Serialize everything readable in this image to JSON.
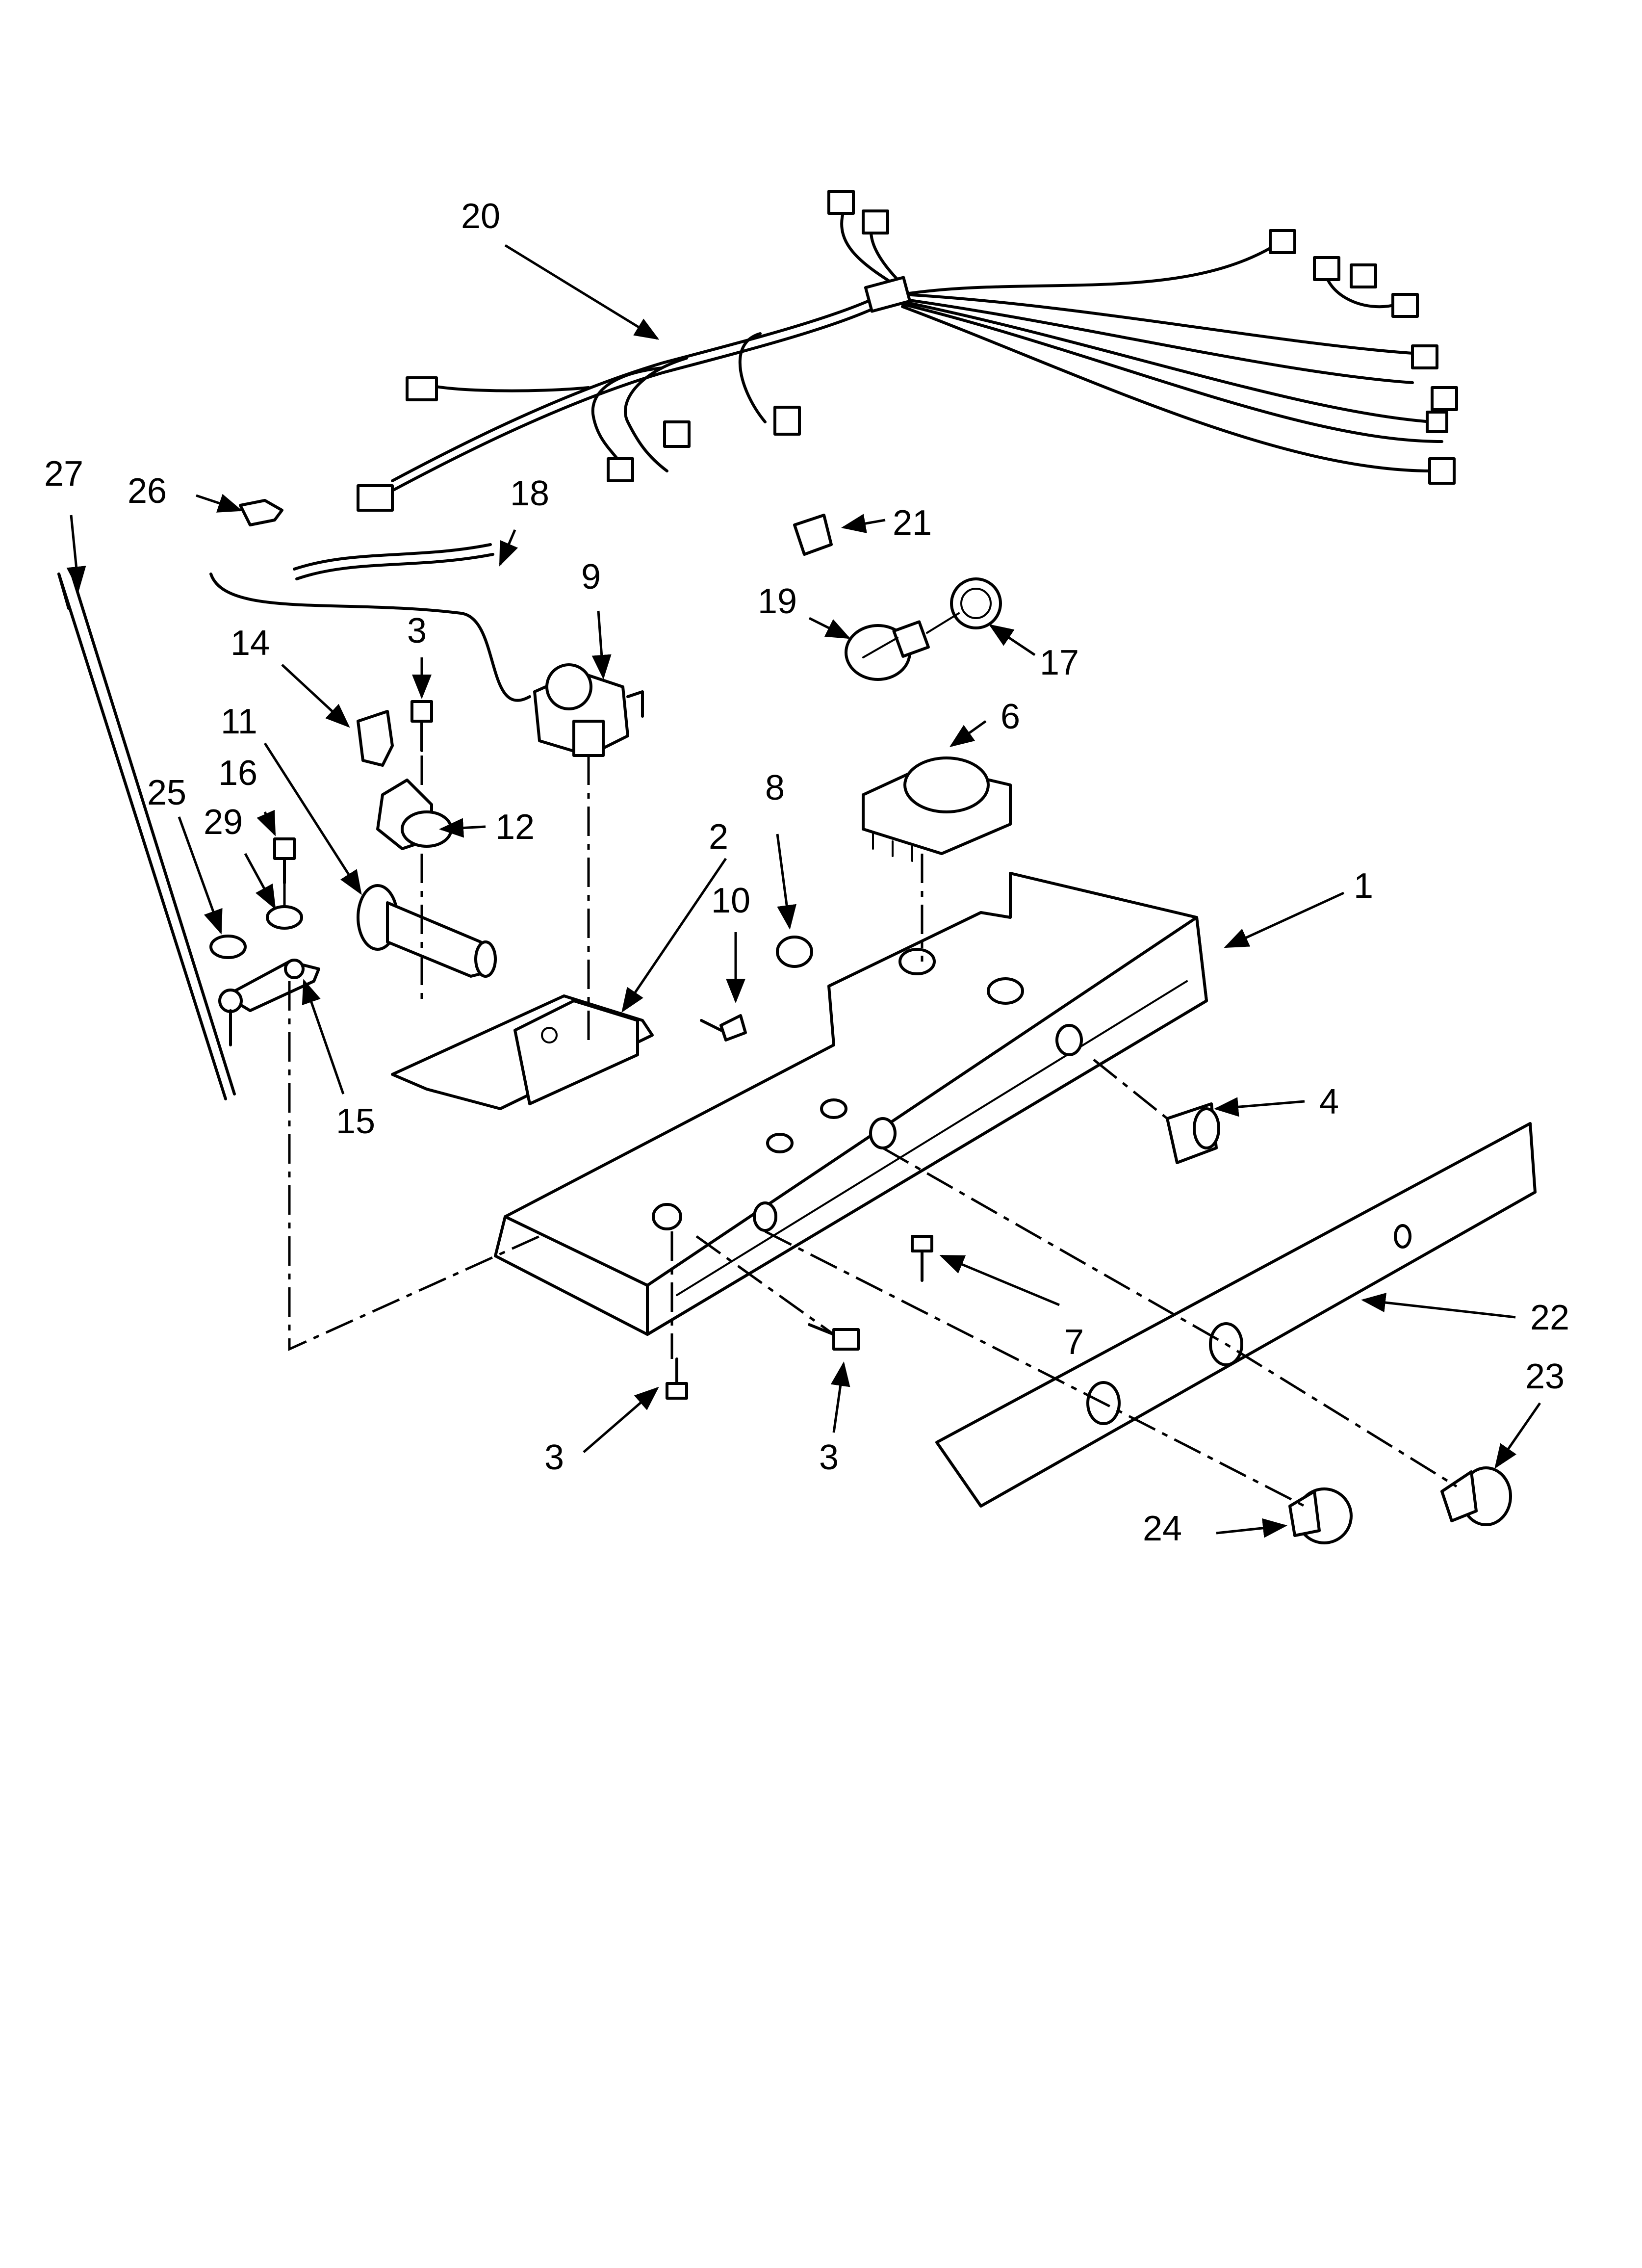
{
  "diagram": {
    "parts": [
      {
        "id": "part-1",
        "label": "1"
      },
      {
        "id": "part-2",
        "label": "2"
      },
      {
        "id": "part-3-upper",
        "label": "3"
      },
      {
        "id": "part-3-left",
        "label": "3"
      },
      {
        "id": "part-3-right",
        "label": "3"
      },
      {
        "id": "part-4",
        "label": "4"
      },
      {
        "id": "part-6",
        "label": "6"
      },
      {
        "id": "part-7",
        "label": "7"
      },
      {
        "id": "part-8",
        "label": "8"
      },
      {
        "id": "part-9",
        "label": "9"
      },
      {
        "id": "part-10",
        "label": "10"
      },
      {
        "id": "part-11",
        "label": "11"
      },
      {
        "id": "part-12",
        "label": "12"
      },
      {
        "id": "part-14",
        "label": "14"
      },
      {
        "id": "part-15",
        "label": "15"
      },
      {
        "id": "part-16",
        "label": "16"
      },
      {
        "id": "part-17",
        "label": "17"
      },
      {
        "id": "part-18",
        "label": "18"
      },
      {
        "id": "part-19",
        "label": "19"
      },
      {
        "id": "part-20",
        "label": "20"
      },
      {
        "id": "part-21",
        "label": "21"
      },
      {
        "id": "part-22",
        "label": "22"
      },
      {
        "id": "part-23",
        "label": "23"
      },
      {
        "id": "part-24",
        "label": "24"
      },
      {
        "id": "part-25",
        "label": "25"
      },
      {
        "id": "part-26",
        "label": "26"
      },
      {
        "id": "part-27",
        "label": "27"
      },
      {
        "id": "part-29",
        "label": "29"
      }
    ]
  }
}
